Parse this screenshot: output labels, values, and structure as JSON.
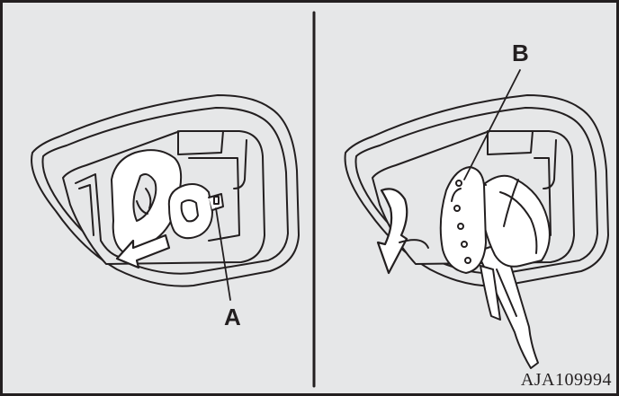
{
  "figure": {
    "left_panel": {
      "callout": "A"
    },
    "right_panel": {
      "callout": "B"
    },
    "code": "AJA109994"
  },
  "colors": {
    "background": "#e6e7e8",
    "ink": "#231f20",
    "fill": "#ffffff"
  },
  "icons": [
    "left-arrow-icon",
    "curved-down-arrow-icon"
  ]
}
